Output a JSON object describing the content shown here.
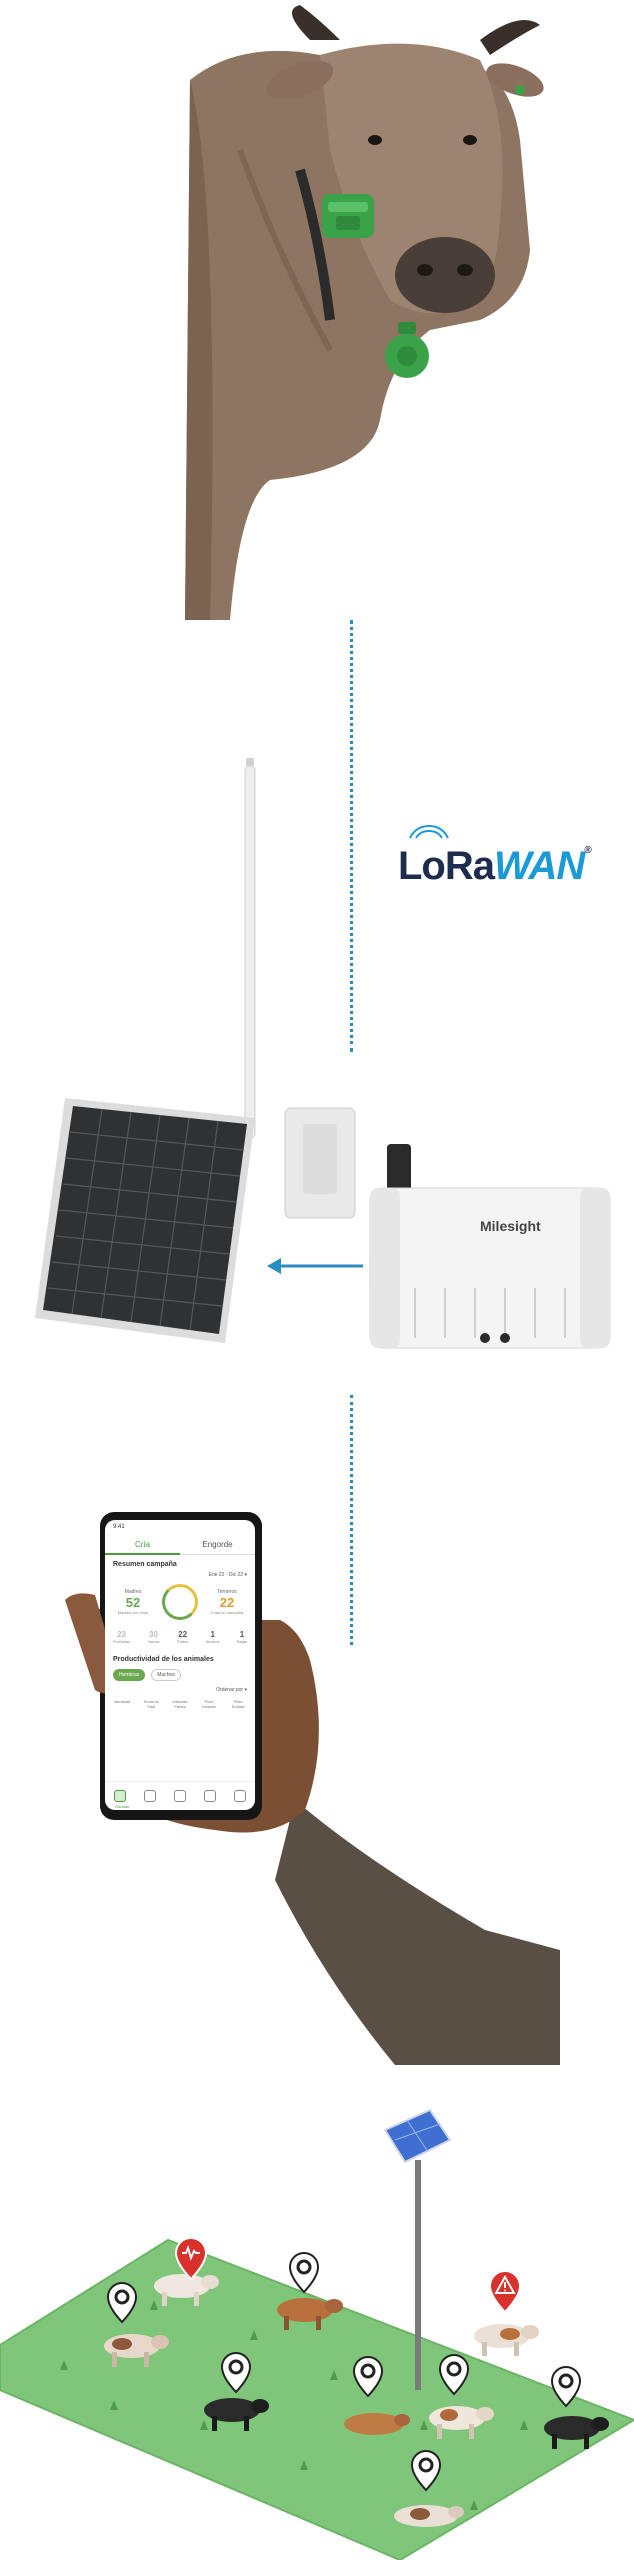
{
  "lorawan_logo": {
    "lo": "LoRa",
    "wan": "WAN",
    "reg": "®"
  },
  "gateway": {
    "brand": "Milesight"
  },
  "app": {
    "status_time": "9:41",
    "tabs": [
      "Cría",
      "Engorde"
    ],
    "section_campaign": "Resumen campaña",
    "date_range": "Ene 22 - Dic 22 ▾",
    "stat_left": {
      "label": "Madres",
      "value": "52",
      "sub": "Madres con crías"
    },
    "stat_right": {
      "label": "Terneros",
      "value": "22",
      "sub": "Crías en campaña"
    },
    "row": [
      {
        "n": "23",
        "t": "Preñadas",
        "faded": true
      },
      {
        "n": "30",
        "t": "Vacías",
        "faded": true
      },
      {
        "n": "22",
        "t": "Partos",
        "faded": false
      },
      {
        "n": "1",
        "t": "Abortos",
        "faded": false
      },
      {
        "n": "1",
        "t": "Bajas",
        "faded": false
      }
    ],
    "section_productivity": "Productividad de los animales",
    "pills": [
      "Hembras",
      "Machos"
    ],
    "order_by": "Ordenar por ▾",
    "columns": [
      "Identidad",
      "Terneros Total",
      "Intervalo Partos",
      "Peso Destete",
      "Peso Subida"
    ],
    "nav_label": "Ganado"
  },
  "icon_names": [
    "cow-collar-sensor",
    "ear-tag-sensor",
    "antenna",
    "solar-panel",
    "gateway-device",
    "arrow-left-icon",
    "smartphone",
    "map-pin-icon",
    "alert-pin-icon",
    "solar-pole"
  ],
  "colors": {
    "connector": "#2a8fbf",
    "field": "#7fc67a",
    "pin_alert": "#d9312b",
    "pin_normal": "#ffffff",
    "sensor_green": "#3aa34a"
  }
}
